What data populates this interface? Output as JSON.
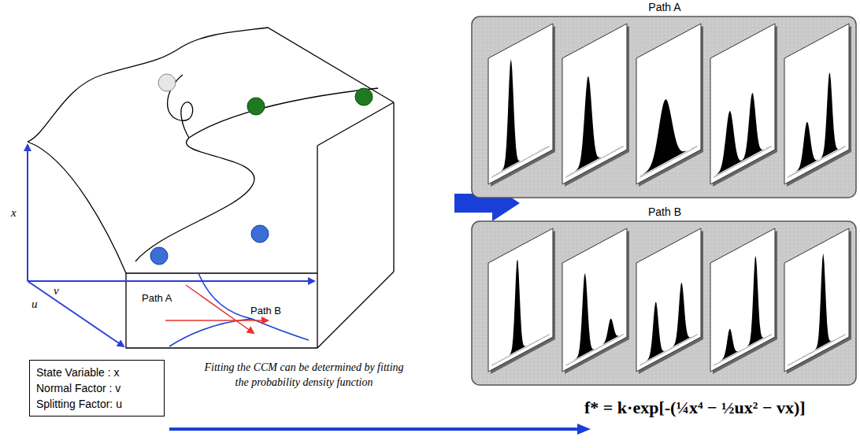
{
  "diagram": {
    "nodes": [
      {
        "text": [
          "State Variable : x",
          "Normal Factor : v",
          "Splitting Factor: u"
        ]
      },
      {
        "text": [
          "Path A"
        ]
      },
      {
        "text": [
          "Path B"
        ]
      }
    ],
    "labels": [
      "x",
      "v",
      "u",
      "Path A",
      "Path B",
      "Fitting the CCM can be determined by fitting the probability density function",
      "f* = k·exp[-(¼x⁴ − ½ux² − vx)]"
    ]
  }
}
